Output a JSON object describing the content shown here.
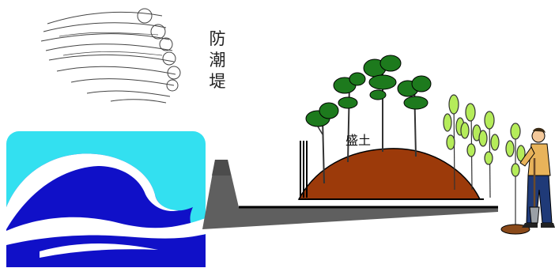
{
  "labels": {
    "seawall": [
      "防",
      "潮",
      "堤"
    ],
    "embankment": "盛土"
  },
  "colors": {
    "sky": "#33e0f0",
    "wave_dark": "#1010c8",
    "soil": "#9c3a0a",
    "ground": "#5f5f5f",
    "tree_canopy": "#1d7a1d",
    "sapling": "#b5ec5a"
  }
}
